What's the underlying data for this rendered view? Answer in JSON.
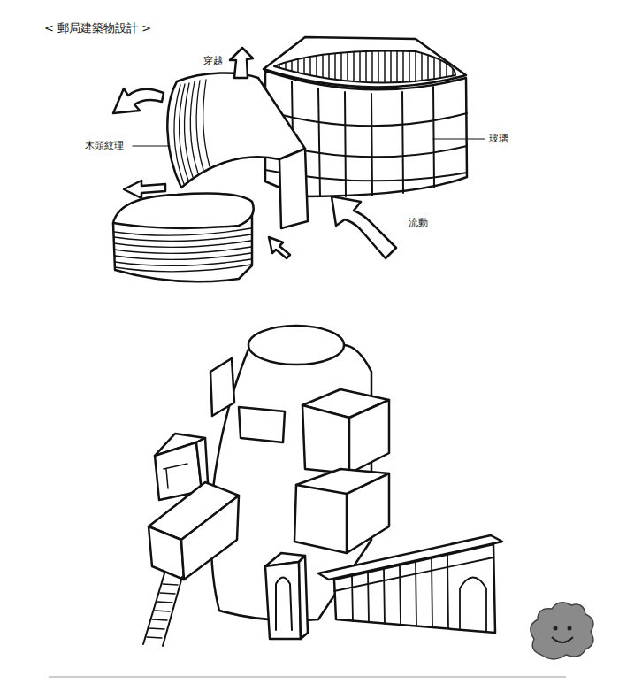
{
  "diagram": {
    "title": "< 郵局建築物設計 >",
    "labels": [
      "穿越",
      "木頭紋理",
      "玻璃",
      "流動"
    ]
  }
}
